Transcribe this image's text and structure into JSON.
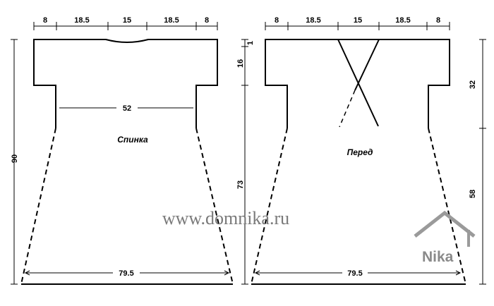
{
  "back": {
    "label": "Спинка",
    "top_widths": [
      "8",
      "18.5",
      "15",
      "18.5",
      "8"
    ],
    "chest": "52",
    "hem": "79.5",
    "height_total": "90"
  },
  "front": {
    "label": "Перед",
    "top_widths": [
      "8",
      "18.5",
      "15",
      "18.5",
      "8"
    ],
    "hem": "79.5",
    "height_left_top": "1",
    "height_left_upper": "16",
    "height_left_lower": "73",
    "height_right_upper": "32",
    "height_right_lower": "58"
  },
  "watermark": "www.domnika.ru",
  "logo": "Nika"
}
